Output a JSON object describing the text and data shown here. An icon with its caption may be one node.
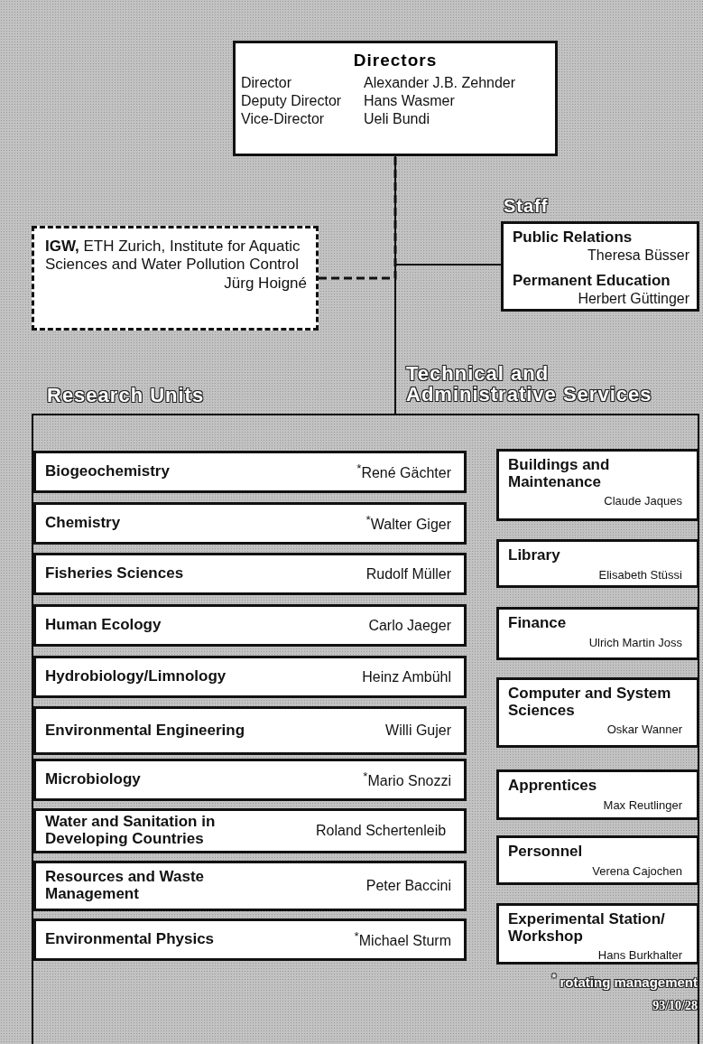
{
  "diagram": {
    "nodes": [
      {
        "text": [
          "Directors",
          "Director",
          "Alexander J.B. Zehnder",
          "Deputy Director",
          "Hans Wasmer",
          "Vice-Director",
          "Ueli Bundi"
        ]
      },
      {
        "text": [
          "**IGW,** ETH Zurich, Institute for Aquatic Sciences and Water Pollution Control",
          "Jürg Hoigné"
        ]
      },
      {
        "text": [
          "Staff",
          "Public Relations",
          "Theresa Büsser",
          "Permanent Education",
          "Herbert Güttinger"
        ]
      },
      {
        "text": [
          "Research Units",
          "Technical and Administrative Services"
        ]
      },
      {
        "text": [
          "Biogeochemistry",
          "$^{*}$René Gächter"
        ],
        "in": 3
      },
      {
        "text": [
          "Chemistry",
          "$^{*}$Walter Giger"
        ],
        "in": 3
      },
      {
        "text": [
          "Fisheries Sciences",
          "Rudolf Müller"
        ],
        "in": 3
      },
      {
        "text": [
          "Human Ecology",
          "Carlo Jaeger"
        ],
        "in": 3
      },
      {
        "text": [
          "Hydrobiology/Limnology",
          "Heinz Ambühl"
        ],
        "in": 3
      },
      {
        "text": [
          "Environmental Engineering",
          "Willi Gujer"
        ],
        "in": 3
      },
      {
        "text": [
          "Microbiology",
          "$^{*}$Mario Snozzi"
        ],
        "in": 3
      },
      {
        "text": [
          "Water and Sanitation in Developing Countries",
          "Roland Schertenleib"
        ],
        "in": 3
      },
      {
        "text": [
          "Resources and Waste Management",
          "Peter Baccini"
        ],
        "in": 3
      },
      {
        "text": [
          "Environmental Physics",
          "$^{*}$Michael Sturm"
        ],
        "in": 3
      },
      {
        "text": [
          "Buildings and Maintenance",
          "Claude Jaques"
        ],
        "in": 3
      },
      {
        "text": [
          "Library",
          "Elisabeth Stüssi"
        ],
        "in": 3
      },
      {
        "text": [
          "Finance",
          "Ulrich Martin Joss"
        ],
        "in": 3
      },
      {
        "text": [
          "Computer and System Sciences",
          "Oskar Wanner"
        ],
        "in": 3
      },
      {
        "text": [
          "Apprentices",
          "Max Reutlinger"
        ],
        "in": 3
      },
      {
        "text": [
          "Personnel",
          "Verena Cajochen"
        ],
        "in": 3
      },
      {
        "text": [
          "Experimental Station/ Workshop",
          "Hans Burkhalter"
        ],
        "in": 3
      }
    ],
    "edges": [
      {
        "from": 0,
        "to": 3,
        "arrow": "none"
      },
      {
        "from": 0,
        "to": 2,
        "arrow": "none"
      },
      {
        "from": 1,
        "to": 0,
        "arrow": "none",
        "style": "dashed"
      }
    ],
    "labels": [
      "$^{*}$ rotating management",
      "93/10/28"
    ]
  }
}
